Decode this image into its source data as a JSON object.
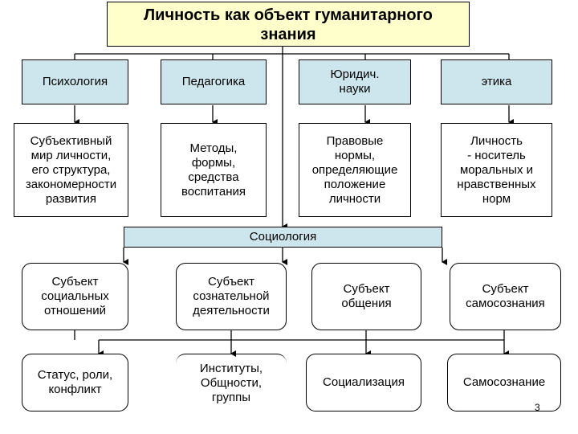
{
  "title": "Личность как объект гуманитарного\nзнания",
  "disciplines": [
    {
      "name": "Психология",
      "description": "Субъективный\nмир личности,\nего структура,\nзакономерности\nразвития"
    },
    {
      "name": "Педагогика",
      "description": "Методы,\nформы,\nсредства\nвоспитания"
    },
    {
      "name": "Юридич.\nнауки",
      "description": "Правовые\nнормы,\nопределяющие\nположение\nличности"
    },
    {
      "name": "этика",
      "description": "Личность\n- носитель\nморальных и\nнравственных\nнорм"
    }
  ],
  "sociology": {
    "label": "Социология",
    "subjects": [
      {
        "label": "Субъект\nсоциальных\nотношений",
        "detail": "Статус, роли,\nконфликт"
      },
      {
        "label": "Субъект\nсознательной\nдеятельности",
        "detail": "Институты,\nОбщности,\nгруппы"
      },
      {
        "label": "Субъект\nобщения",
        "detail": "Социализация"
      },
      {
        "label": "Субъект\nсамосознания",
        "detail": "Самосознание"
      }
    ]
  },
  "page_number": "3"
}
